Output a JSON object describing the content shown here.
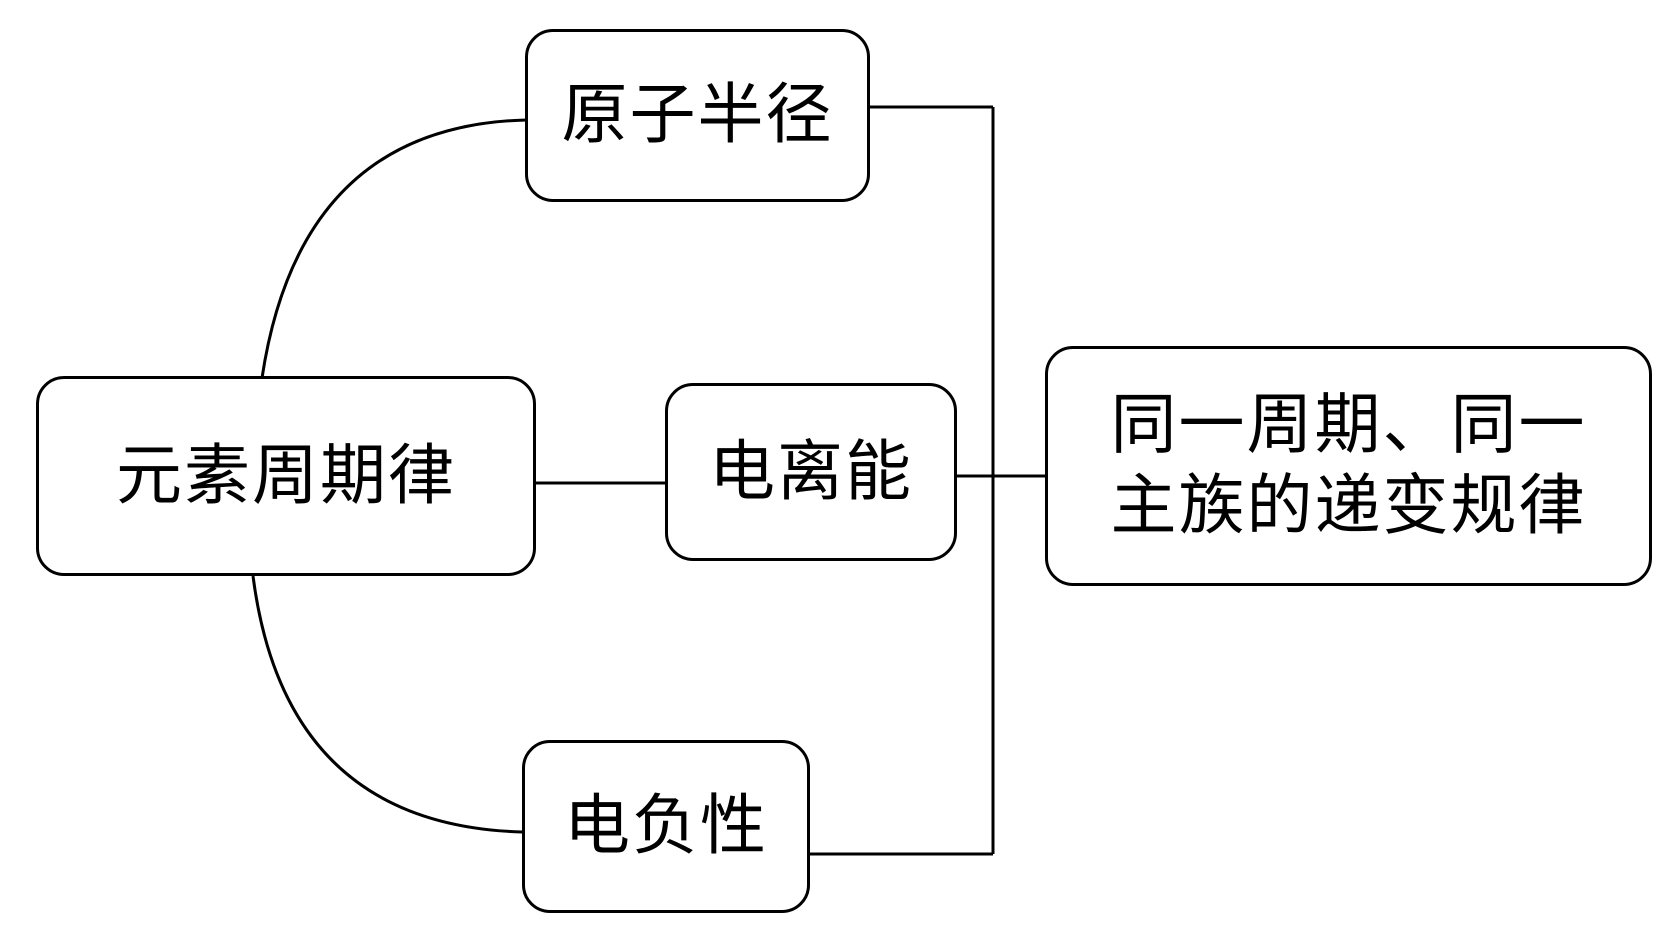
{
  "diagram": {
    "root": {
      "label": "元素周期律"
    },
    "properties": [
      {
        "id": "atomic-radius",
        "label": "原子半径"
      },
      {
        "id": "ionization-energy",
        "label": "电离能"
      },
      {
        "id": "electronegativity",
        "label": "电负性"
      }
    ],
    "summary": {
      "lines": [
        "同一周期、同一",
        "主族的递变规律"
      ]
    }
  },
  "colors": {
    "line": "#000000",
    "box_border": "#000000",
    "background": "#ffffff"
  }
}
